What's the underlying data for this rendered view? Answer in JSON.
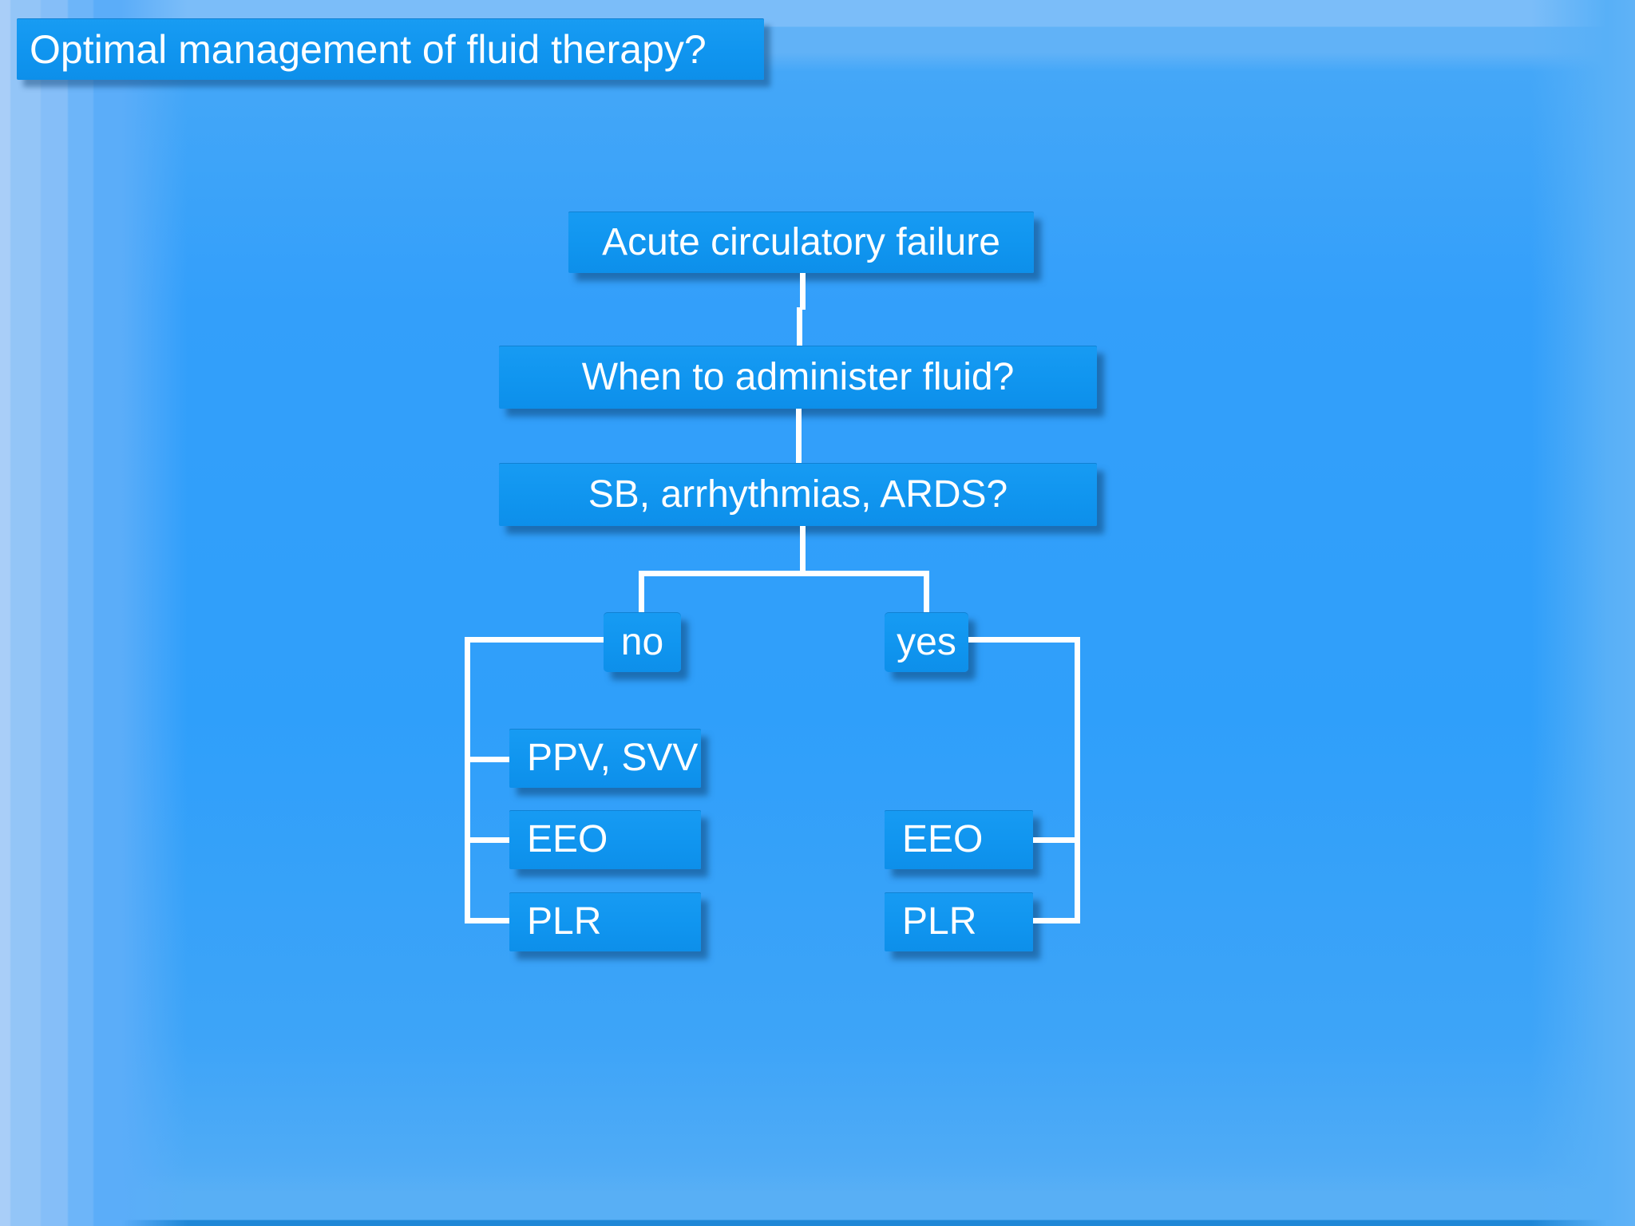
{
  "title": "Optimal management of fluid therapy?",
  "nodes": {
    "root": "Acute circulatory failure",
    "question": "When to administer fluid?",
    "condition": "SB, arrhythmias, ARDS?",
    "branch_no_label": "no",
    "branch_yes_label": "yes",
    "no_options": [
      "PPV, SVV",
      "EEO",
      "PLR"
    ],
    "yes_options": [
      "EEO",
      "PLR"
    ]
  },
  "colors": {
    "node_fill": "#1095ef",
    "background_main": "#339ffa",
    "background_top_band": "#7bbdf9",
    "background_left_strip": "#a9cef8",
    "connector": "#ffffff",
    "text": "#ffffff",
    "shadow": "rgba(10,62,110,0.5)"
  }
}
